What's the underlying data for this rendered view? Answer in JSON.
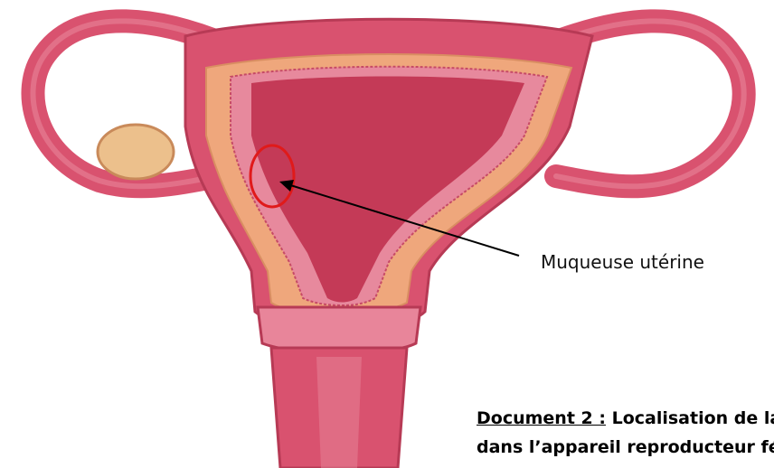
{
  "label": "Muqueuse utérine",
  "caption": {
    "doc_number": "Document 2 :",
    "title_line1": "Localisation de la muqueuse utérine",
    "title_line2": "dans l’appareil reproducteur féminin"
  },
  "colors": {
    "tissue": "#d9526f",
    "inner": "#c43a57",
    "muscle": "#efa77c",
    "ovary": "#ecc08c",
    "highlight_circle": "#e01a1a",
    "arrow": "#000000"
  }
}
